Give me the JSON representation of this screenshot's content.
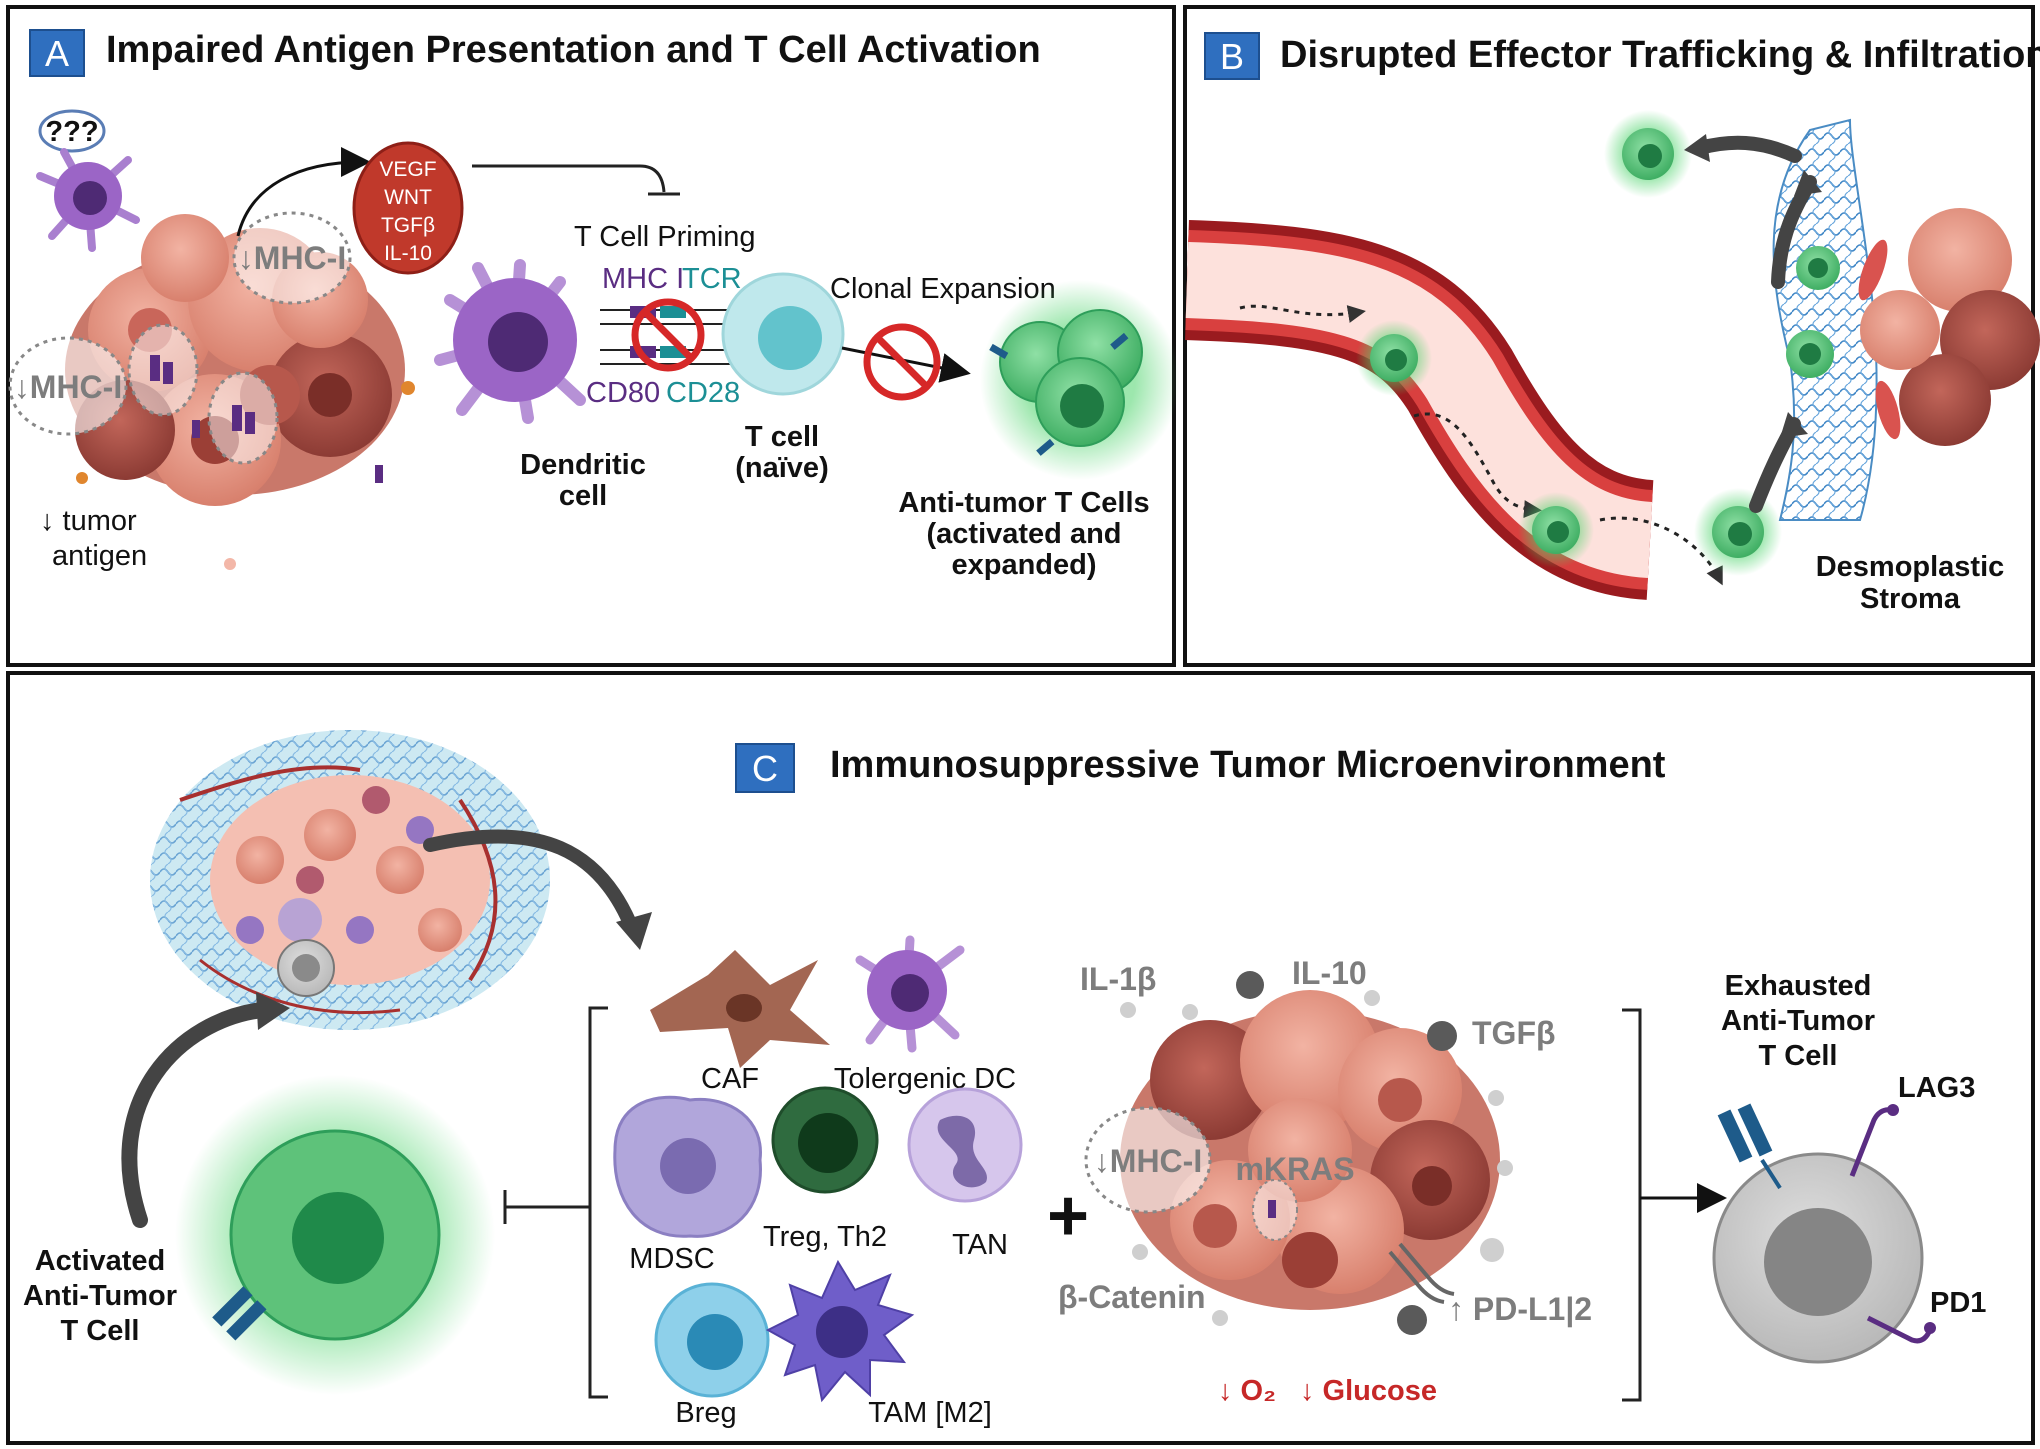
{
  "panel_a": {
    "badge": "A",
    "title": "Impaired Antigen Presentation and T Cell Activation",
    "qqq": "???",
    "mhc_down_1": "↓MHC-I",
    "mhc_down_2": "↓MHC-I",
    "tumor_antigen_line1": "↓ tumor",
    "tumor_antigen_line2": "antigen",
    "cytokines": [
      "VEGF",
      "WNT",
      "TGFβ",
      "IL-10"
    ],
    "t_cell_priming": "T Cell Priming",
    "mhc_i": "MHC I",
    "tcr": "TCR",
    "cd80": "CD80",
    "cd28": "CD28",
    "clonal_expansion": "Clonal Expansion",
    "dendritic_line1": "Dendritic",
    "dendritic_line2": "cell",
    "tcell_line1": "T cell",
    "tcell_line2": "(naïve)",
    "antitumor_line1": "Anti-tumor T Cells",
    "antitumor_line2": "(activated and",
    "antitumor_line3": "expanded)"
  },
  "panel_b": {
    "badge": "B",
    "title": "Disrupted Effector Trafficking & Infiltration",
    "stroma_line1": "Desmoplastic",
    "stroma_line2": "Stroma"
  },
  "panel_c": {
    "badge": "C",
    "title": "Immunosuppressive Tumor Microenvironment",
    "activated_line1": "Activated",
    "activated_line2": "Anti-Tumor",
    "activated_line3": "T Cell",
    "cells": {
      "caf": "CAF",
      "tol_dc": "Tolergenic DC",
      "mdsc": "MDSC",
      "treg": "Treg, Th2",
      "tan": "TAN",
      "breg": "Breg",
      "tam": "TAM [M2]"
    },
    "plus": "+",
    "il1b": "IL-1β",
    "il10": "IL-10",
    "tgfb": "TGFβ",
    "mhc_down": "↓MHC-I",
    "mkras": "mKRAS",
    "b_catenin": "β-Catenin",
    "pdl1": "↑ PD-L1|2",
    "o2": "↓ O₂",
    "glucose": "↓ Glucose",
    "exhausted_line1": "Exhausted",
    "exhausted_line2": "Anti-Tumor",
    "exhausted_line3": "T Cell",
    "lag3": "LAG3",
    "pd1": "PD1"
  },
  "colors": {
    "badge_blue": "#2f6fbf",
    "tumor_pink": "#e89a88",
    "vessel_red": "#9a1b1f",
    "tcell_green": "#2e9e5a",
    "dc_purple": "#8a55b5",
    "stroma_blue": "#4a8cc4",
    "cytokine_red": "#c0392b"
  }
}
